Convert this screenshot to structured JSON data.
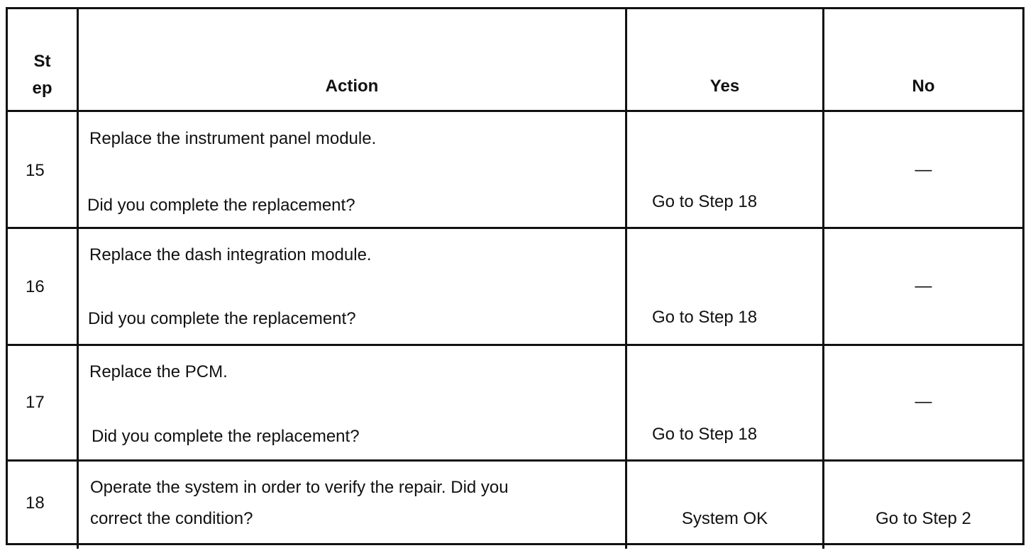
{
  "header": {
    "step": "St\nep",
    "action": "Action",
    "yes": "Yes",
    "no": "No"
  },
  "rows": [
    {
      "step": "15",
      "action_line1": "Replace the instrument panel module.",
      "action_line2": "Did you complete the replacement?",
      "yes": "Go to Step 18",
      "no": "—"
    },
    {
      "step": "16",
      "action_line1": "Replace the dash integration module.",
      "action_line2": "Did you complete the replacement?",
      "yes": "Go to Step 18",
      "no": "—"
    },
    {
      "step": "17",
      "action_line1": "Replace the PCM.",
      "action_line2": "Did you complete the replacement?",
      "yes": "Go to Step 18",
      "no": "—"
    },
    {
      "step": "18",
      "action_line1": "Operate the system in order to verify the repair. Did you",
      "action_line2": "correct the condition?",
      "yes": "System OK",
      "no": "Go to Step 2"
    }
  ]
}
